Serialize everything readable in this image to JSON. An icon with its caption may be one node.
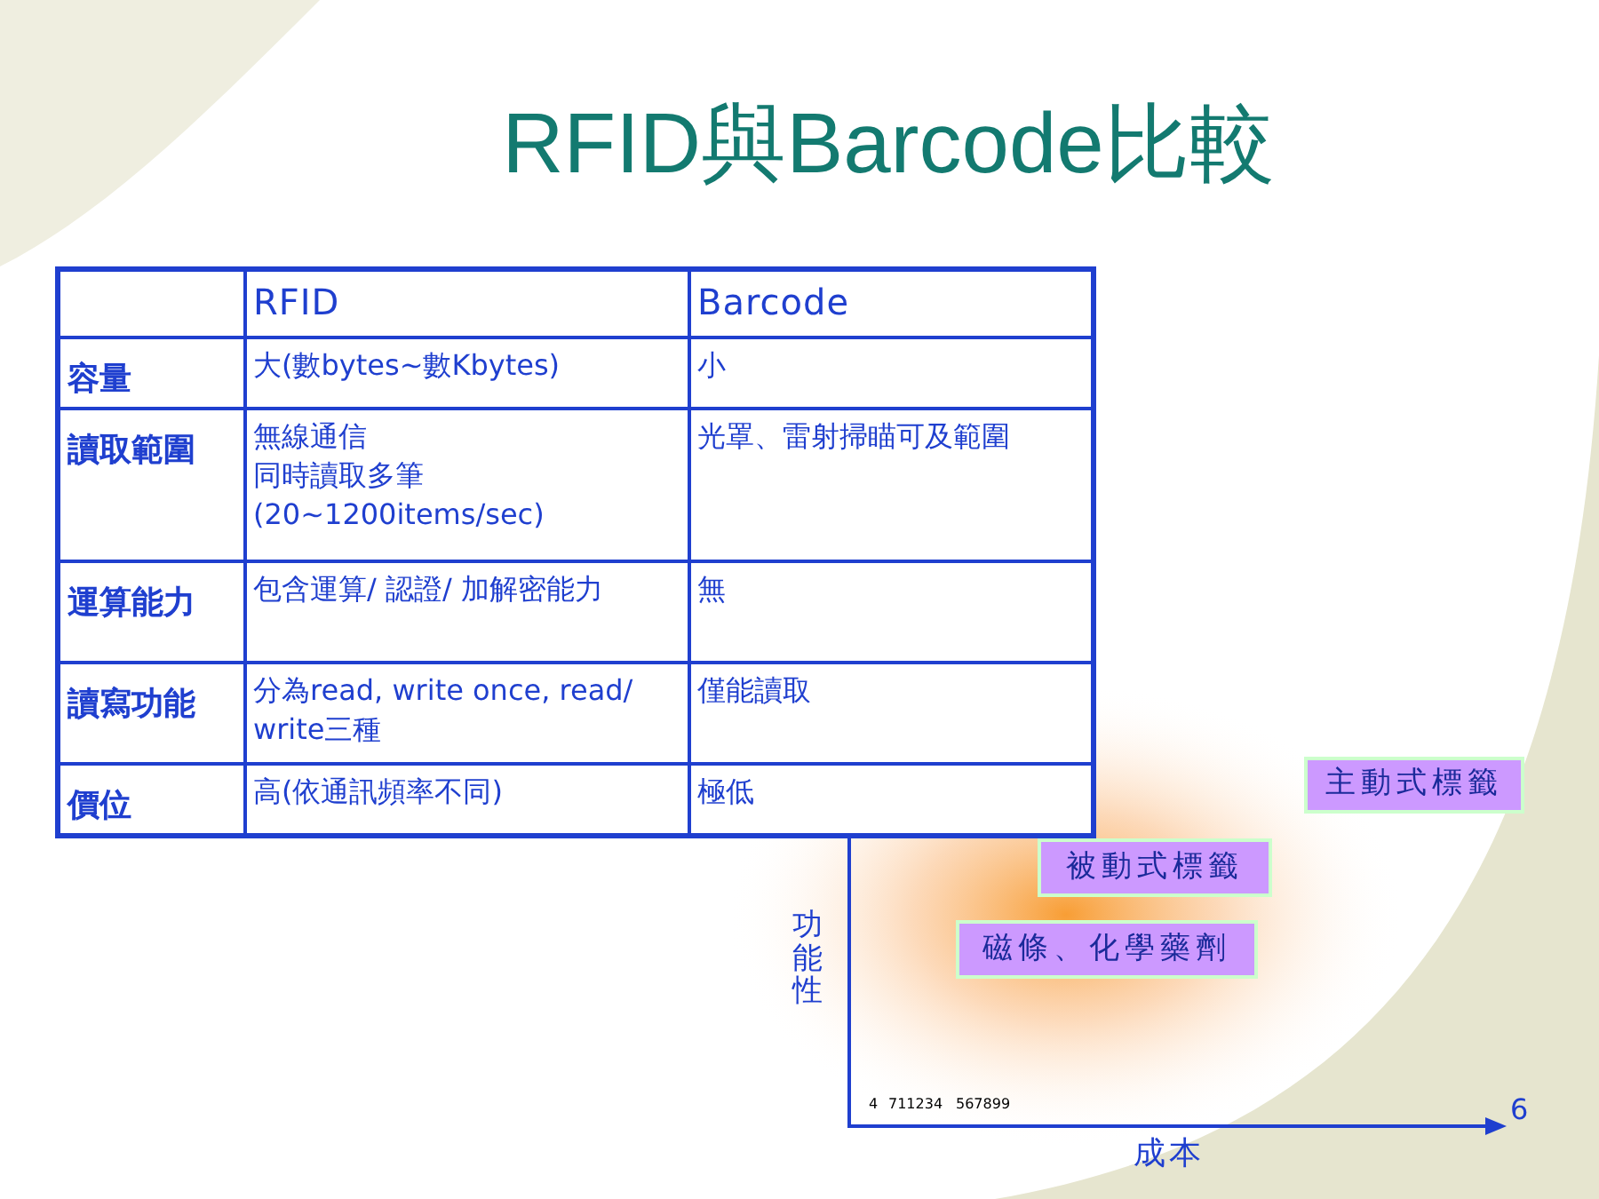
{
  "diagram": {
    "title": "RFID與Barcode比較",
    "nodes": [
      {
        "text": [
          "主動式標籤"
        ]
      },
      {
        "text": [
          "被動式標籤"
        ]
      },
      {
        "text": [
          "磁條、化學藥劑"
        ]
      }
    ],
    "labels": [
      "RFID",
      "Barcode",
      "容量",
      "大(數bytes~數Kbytes)",
      "小",
      "讀取範圍",
      "無線通信",
      "同時讀取多筆",
      "(20~1200items/sec)",
      "光罩、雷射掃瞄可及範圍",
      "運算能力",
      "包含運算/ 認證/ 加解密能力",
      "無",
      "讀寫功能",
      "分為read, write once, read/ write三種",
      "僅能讀取",
      "價位",
      "高(依通訊頻率不同)",
      "極低",
      "功能性",
      "成本",
      "4",
      "711234",
      "567899",
      "6"
    ]
  }
}
